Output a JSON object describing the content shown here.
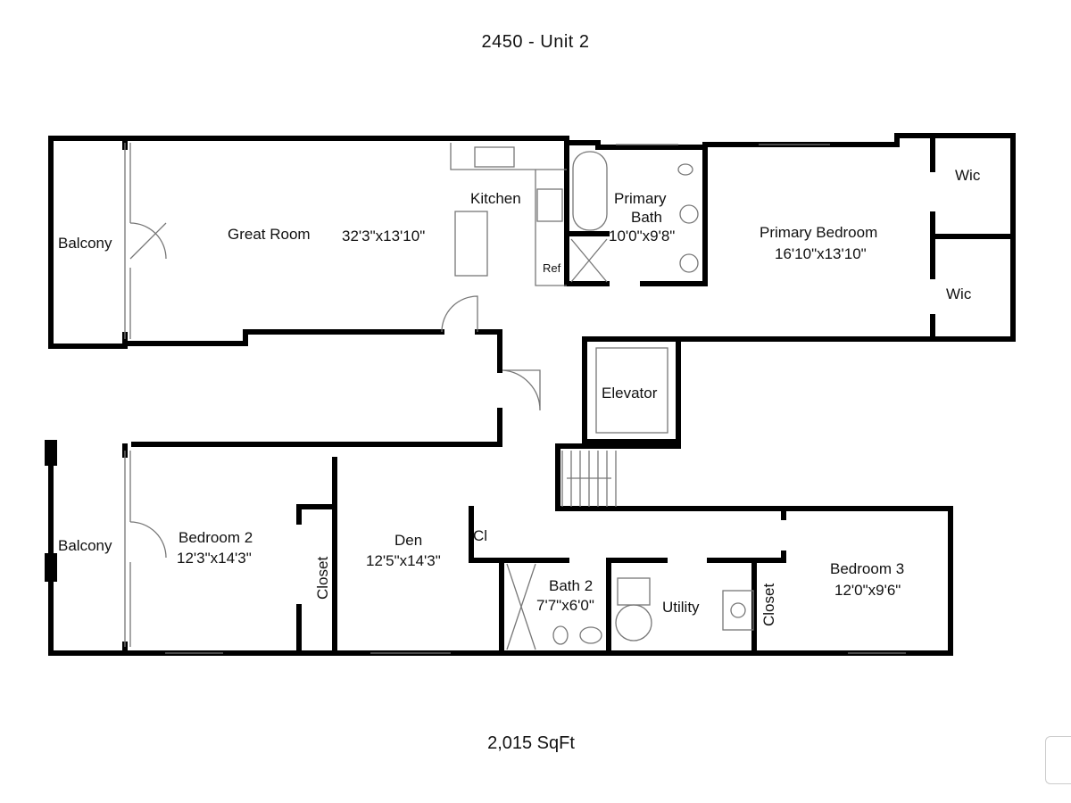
{
  "title": "2450 - Unit 2",
  "footer": "2,015 SqFt",
  "rooms": {
    "balcony_top": "Balcony",
    "great_room": "Great Room",
    "great_room_dim": "32'3\"x13'10\"",
    "kitchen": "Kitchen",
    "ref": "Ref",
    "primary_bath_1": "Primary",
    "primary_bath_2": "Bath",
    "primary_bath_dim": "10'0\"x9'8\"",
    "primary_bedroom": "Primary Bedroom",
    "primary_bedroom_dim": "16'10\"x13'10\"",
    "wic_1": "Wic",
    "wic_2": "Wic",
    "elevator": "Elevator",
    "balcony_bottom": "Balcony",
    "bedroom2": "Bedroom 2",
    "bedroom2_dim": "12'3\"x14'3\"",
    "closet_b2": "Closet",
    "den": "Den",
    "den_dim": "12'5\"x14'3\"",
    "cl": "Cl",
    "bath2": "Bath 2",
    "bath2_dim": "7'7\"x6'0\"",
    "utility": "Utility",
    "closet_b3": "Closet",
    "bedroom3": "Bedroom 3",
    "bedroom3_dim": "12'0\"x9'6\""
  }
}
